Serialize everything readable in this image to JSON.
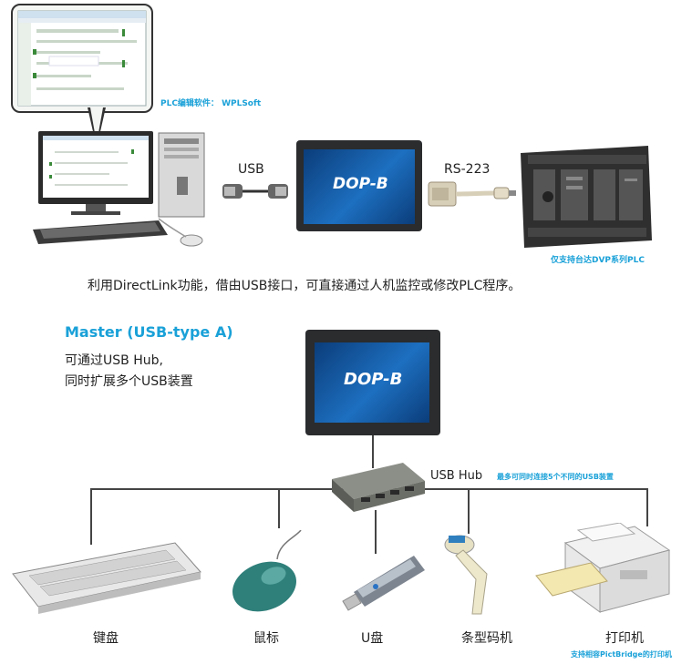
{
  "top": {
    "software_label": "PLC编辑软件： WPLSoft",
    "usb_label": "USB",
    "rs_label": "RS-223",
    "plc_note": "仅支持台达DVP系列PLC",
    "hmi_logo": "DOP-B",
    "caption": "利用DirectLink功能，借由USB接口，可直接通过人机监控或修改PLC程序。"
  },
  "bottom": {
    "master_title": "Master (USB-type A)",
    "master_desc_line1": "可通过USB Hub,",
    "master_desc_line2": "同时扩展多个USB装置",
    "hmi_logo": "DOP-B",
    "hub_label": "USB Hub",
    "hub_note": "最多可同时连接5个不同的USB装置",
    "devices": [
      "键盘",
      "鼠标",
      "U盘",
      "条型码机",
      "打印机"
    ],
    "printer_note": "支持相容PictBridge的打印机"
  },
  "colors": {
    "accent_blue": "#1aa1d8",
    "text_dark": "#222222",
    "hmi_screen": "#1d6fc0",
    "device_green": "#2f7f7a"
  }
}
